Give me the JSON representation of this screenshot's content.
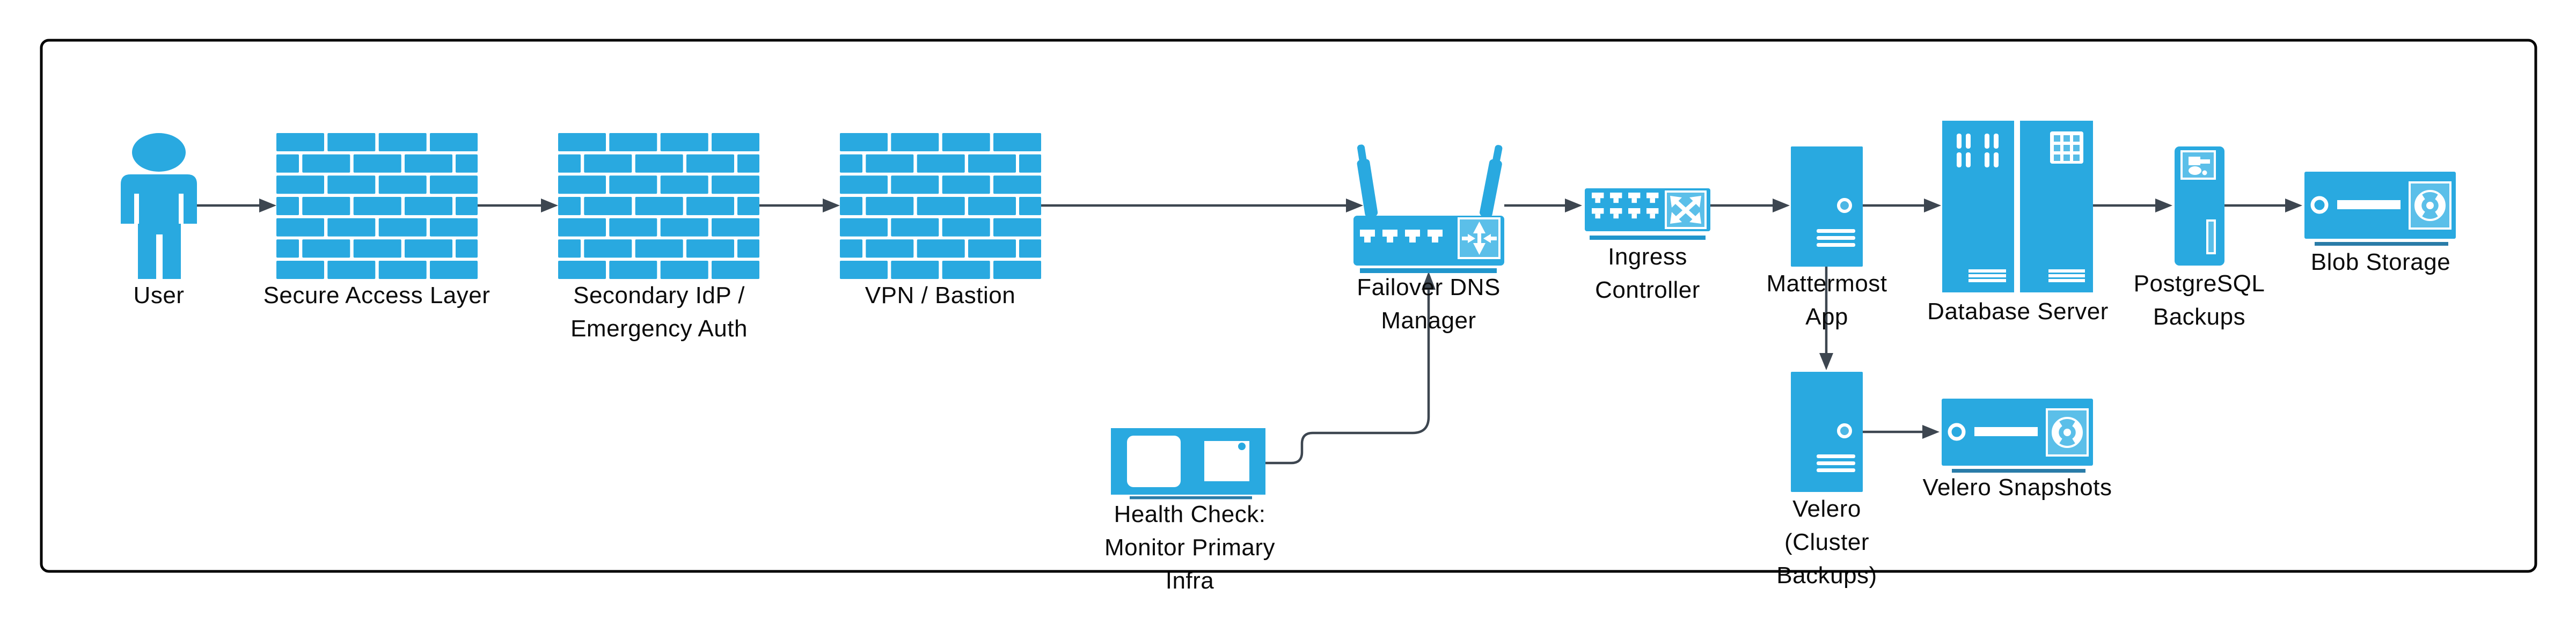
{
  "diagram": {
    "title": "Mattermost failover / backup infrastructure flow",
    "colors": {
      "accent": "#29a9e0",
      "accent_light": "#5bbfe9",
      "underline_dark": "#2a7ca8",
      "underline_bright": "#2196cc",
      "arrow": "#3d4650",
      "frame": "#000000",
      "text": "#0b0b0b"
    },
    "nodes": {
      "user": {
        "label": "User",
        "icon": "user-icon"
      },
      "secure_access": {
        "label": "Secure Access Layer",
        "icon": "firewall-icon"
      },
      "secondary_idp": {
        "label": "Secondary IdP /\nEmergency Auth",
        "icon": "firewall-icon"
      },
      "vpn_bastion": {
        "label": "VPN / Bastion",
        "icon": "firewall-icon"
      },
      "failover_dns": {
        "label": "Failover DNS\nManager",
        "icon": "wireless-router-icon"
      },
      "ingress": {
        "label": "Ingress\nController",
        "icon": "switch-icon"
      },
      "mattermost": {
        "label": "Mattermost\nApp",
        "icon": "tower-server-icon"
      },
      "database": {
        "label": "Database Server",
        "icon": "rack-servers-icon"
      },
      "postgresql": {
        "label": "PostgreSQL\nBackups",
        "icon": "backup-server-icon"
      },
      "blob": {
        "label": "Blob Storage",
        "icon": "storage-array-icon"
      },
      "health": {
        "label": "Health Check:\nMonitor Primary\nInfra",
        "icon": "monitor-icon"
      },
      "velero": {
        "label": "Velero\n(Cluster\nBackups)",
        "icon": "tower-server-icon"
      },
      "snapshots": {
        "label": "Velero Snapshots",
        "icon": "storage-array-icon"
      }
    },
    "edges": [
      {
        "from": "user",
        "to": "secure_access"
      },
      {
        "from": "secure_access",
        "to": "secondary_idp"
      },
      {
        "from": "secondary_idp",
        "to": "vpn_bastion"
      },
      {
        "from": "vpn_bastion",
        "to": "failover_dns"
      },
      {
        "from": "failover_dns",
        "to": "ingress"
      },
      {
        "from": "ingress",
        "to": "mattermost"
      },
      {
        "from": "mattermost",
        "to": "database"
      },
      {
        "from": "database",
        "to": "postgresql"
      },
      {
        "from": "postgresql",
        "to": "blob"
      },
      {
        "from": "mattermost",
        "to": "velero"
      },
      {
        "from": "velero",
        "to": "snapshots"
      },
      {
        "from": "health",
        "to": "failover_dns"
      }
    ]
  }
}
